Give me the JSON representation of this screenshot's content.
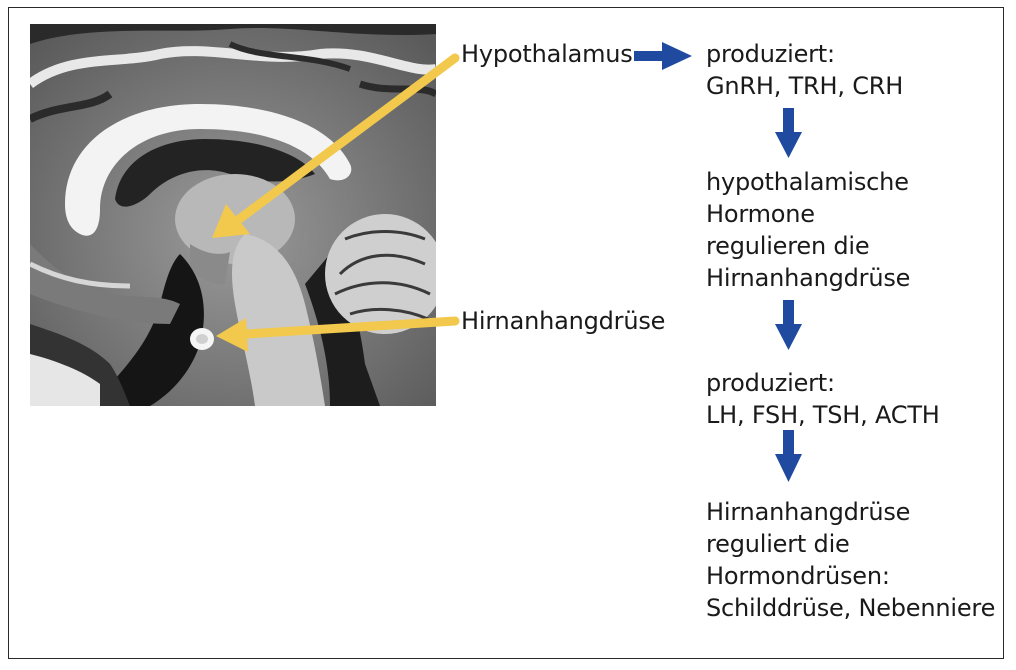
{
  "labels": {
    "hypothalamus": "Hypothalamus",
    "pituitary": "Hirnanhangdrüse"
  },
  "flow": {
    "step1": [
      "produziert:",
      "GnRH, TRH, CRH"
    ],
    "step2": [
      "hypothalamische",
      "Hormone",
      "regulieren die",
      "Hirnanhangdrüse"
    ],
    "step3": [
      "produziert:",
      "LH, FSH, TSH, ACTH"
    ],
    "step4": [
      "Hirnanhangdrüse",
      "reguliert die",
      "Hormondrüsen:",
      "Schilddrüse, Nebenniere"
    ]
  },
  "colors": {
    "pointer_arrow": "#f2c94c",
    "flow_arrow": "#1f4aa0",
    "text": "#1a1a1a"
  }
}
